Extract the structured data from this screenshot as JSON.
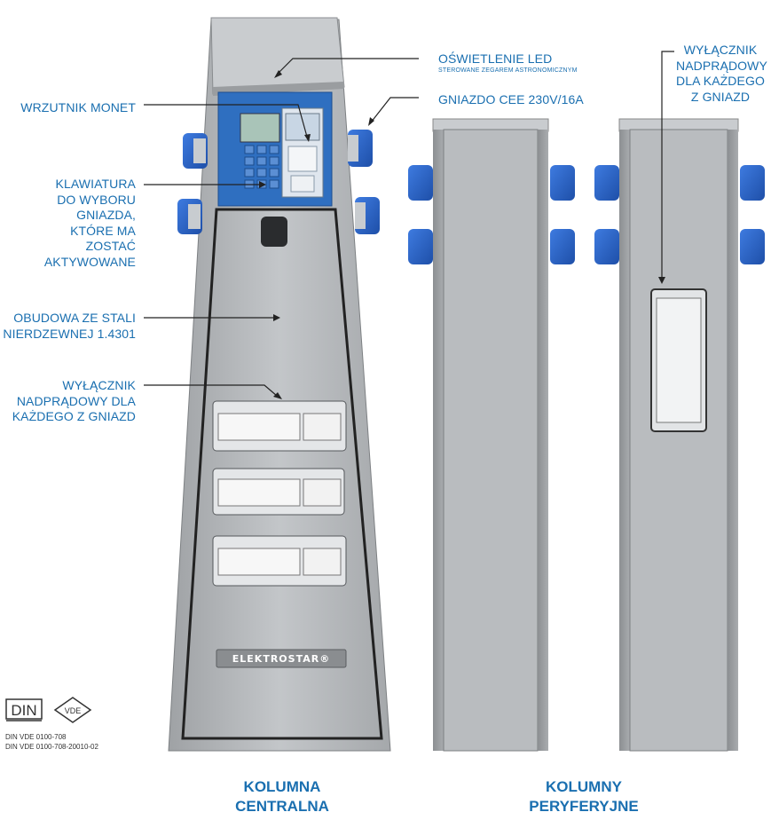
{
  "labels": {
    "led_title": "OŚWIETLENIE LED",
    "led_subtitle": "STEROWANE ZEGAREM ASTRONOMICZNYM",
    "socket": "GNIAZDO CEE 230V/16A",
    "coin": "WRZUTNIK MONET",
    "keypad": [
      "KLAWIATURA",
      "DO WYBORU",
      "GNIAZDA,",
      "KTÓRE MA",
      "ZOSTAĆ",
      "AKTYWOWANE"
    ],
    "housing": [
      "OBUDOWA ZE STALI",
      "NIERDZEWNEJ 1.4301"
    ],
    "breaker_left": [
      "WYŁĄCZNIK",
      "NADPRĄDOWY DLA",
      "KAŻDEGO Z GNIAZD"
    ],
    "breaker_right": [
      "WYŁĄCZNIK",
      "NADPRĄDOWY",
      "DLA KAŻDEGO",
      "Z GNIAZD"
    ]
  },
  "captions": {
    "central": [
      "KOLUMNA",
      "CENTRALNA"
    ],
    "peripheral": [
      "KOLUMNY",
      "PERYFERYJNE"
    ]
  },
  "brand": "ELEKTROSTAR®",
  "certification": {
    "din_logo": "DIN",
    "vde_logo": "VDE",
    "codes": [
      "DIN VDE 0100-708",
      "DIN VDE 0100-708-20010-02"
    ]
  },
  "colors": {
    "text_blue": "#1a6fb0",
    "steel": "#b8bbbe",
    "steel_dark": "#8e9194",
    "panel_blue": "#2f6fc0",
    "socket_blue": "#2a5fc4"
  }
}
